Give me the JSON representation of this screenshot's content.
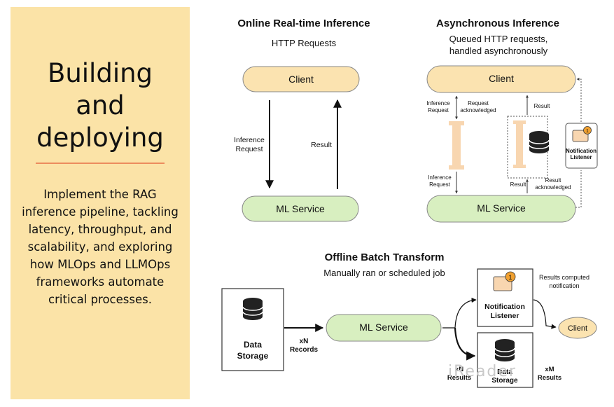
{
  "left_panel": {
    "title": "Building and deploying",
    "description": "Implement the RAG inference pipeline, tackling latency, throughput, and scalability, and exploring how MLOps and LLMOps frameworks automate critical processes."
  },
  "online": {
    "title": "Online Real-time Inference",
    "subtitle": "HTTP Requests",
    "client": "Client",
    "service": "ML Service",
    "request_label_1": "Inference",
    "request_label_2": "Request",
    "result_label": "Result"
  },
  "async": {
    "title": "Asynchronous Inference",
    "subtitle_1": "Queued HTTP requests,",
    "subtitle_2": "handled asynchronously",
    "client": "Client",
    "service": "ML Service",
    "inf_req_top_1": "Inference",
    "inf_req_top_2": "Request",
    "req_ack_1": "Request",
    "req_ack_2": "acknowledged",
    "result_top": "Result",
    "inf_req_bottom_1": "Inference",
    "inf_req_bottom_2": "Request",
    "result_bottom": "Result",
    "result_ack_1": "Result",
    "result_ack_2": "acknowledged",
    "listener_1": "Notification",
    "listener_2": "Listener",
    "badge": "1"
  },
  "offline": {
    "title": "Offline Batch Transform",
    "subtitle": "Manually ran or scheduled job",
    "data_storage_1": "Data",
    "data_storage_2": "Storage",
    "records_1": "xN",
    "records_2": "Records",
    "service": "ML Service",
    "listener_1": "Notification",
    "listener_2": "Listener",
    "results_notif_1": "Results computed",
    "results_notif_2": "notification",
    "client": "Client",
    "out_storage_1": "Data",
    "out_storage_2": "Storage",
    "results_left_1": "xN",
    "results_left_2": "Results",
    "results_right_1": "xM",
    "results_right_2": "Results",
    "badge": "1"
  },
  "watermark": "iReader"
}
